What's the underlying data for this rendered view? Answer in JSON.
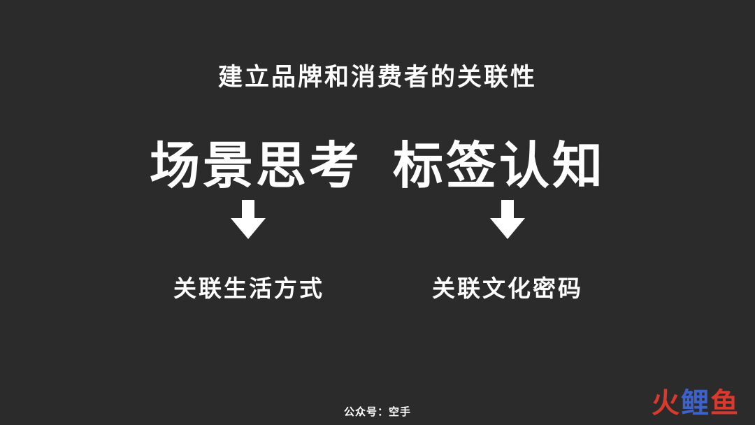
{
  "slide": {
    "subtitle": "建立品牌和消费者的关联性",
    "title_left": "场景思考",
    "title_right": "标签认知",
    "left_label": "关联生活方式",
    "right_label": "关联文化密码",
    "footer": "公众号：空手",
    "arrow_icon": "down-arrow-icon"
  },
  "watermark": {
    "char1": "火",
    "char2": "鲤",
    "char3": "鱼",
    "colors": {
      "red": "#d93a2e",
      "blue": "#3d62c9"
    }
  },
  "colors": {
    "background": "#2b2b2b",
    "text": "#ffffff"
  }
}
